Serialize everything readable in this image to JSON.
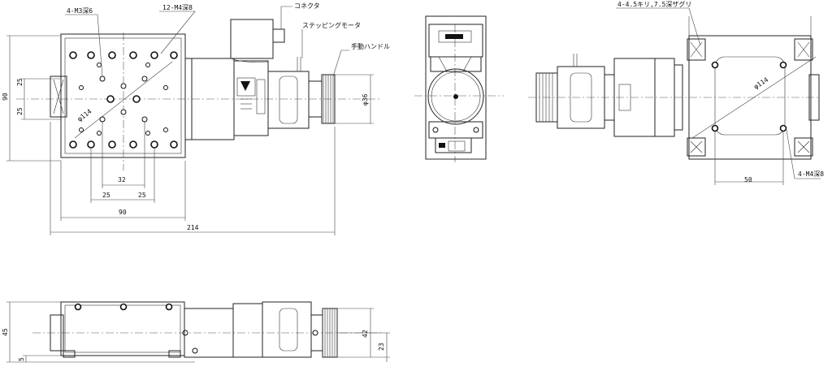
{
  "labels": {
    "m3": "4-M3深6",
    "m4_12": "12-M4深8",
    "connector": "コネクタ",
    "motor": "ステッピングモータ",
    "handle": "手動ハンドル",
    "counterbore": "4-4.5キリ,7.5深ザグリ",
    "m4_4": "4-M4深8"
  },
  "dimensions": {
    "d90_vertical": "90",
    "d25_upper": "25",
    "d25_lower": "25",
    "d114_top": "φ114",
    "d32": "32",
    "d25_left": "25",
    "d25_right": "25",
    "d90_horizontal": "90",
    "d214": "214",
    "d36": "φ36",
    "d114_right": "φ114",
    "d50": "50",
    "d45": "45",
    "d5": "5",
    "d42": "42",
    "d23": "23"
  }
}
